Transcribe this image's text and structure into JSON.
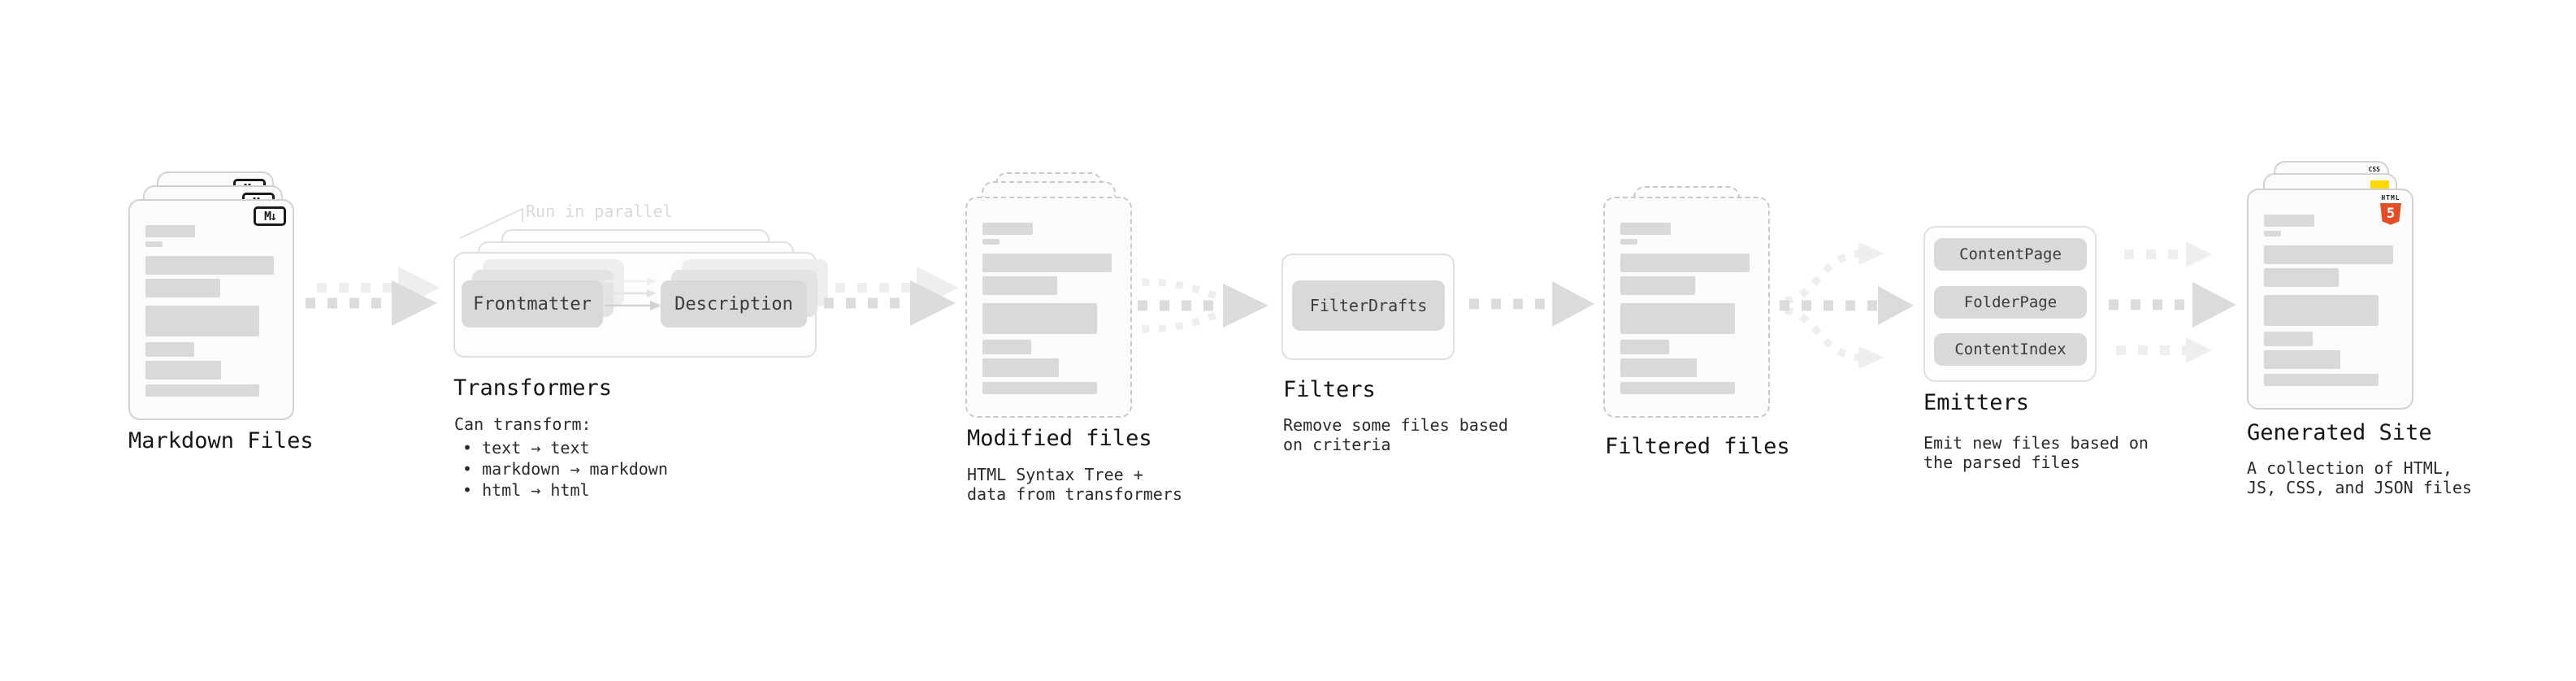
{
  "stages": {
    "markdown": {
      "title": "Markdown Files",
      "badge": "M↓"
    },
    "transformers": {
      "title": "Transformers",
      "annotation": "Run in parallel",
      "pill_left": "Frontmatter",
      "pill_right": "Description",
      "desc_heading": "Can transform:",
      "bullets": [
        "• text → text",
        "• markdown → markdown",
        "• html → html"
      ]
    },
    "modified": {
      "title": "Modified files",
      "desc_lines": [
        "HTML Syntax Tree +",
        "data from transformers"
      ]
    },
    "filters": {
      "title": "Filters",
      "pill": "FilterDrafts",
      "desc_lines": [
        "Remove some files based",
        "on criteria"
      ]
    },
    "filtered": {
      "title": "Filtered files"
    },
    "emitters": {
      "title": "Emitters",
      "pills": [
        "ContentPage",
        "FolderPage",
        "ContentIndex"
      ],
      "desc_lines": [
        "Emit new files based on",
        "the parsed files"
      ]
    },
    "generated": {
      "title": "Generated Site",
      "desc_lines": [
        "A collection of HTML,",
        "JS, CSS, and JSON files"
      ],
      "badge_html_label": "HTML",
      "badge_html_number": "5",
      "badge_css_label": "CSS"
    }
  },
  "file_card_bars": [
    {
      "w": 38,
      "h": 15,
      "mb": 5
    },
    {
      "w": 13,
      "h": 7,
      "mb": 11
    },
    {
      "w": 98,
      "h": 23,
      "mb": 5
    },
    {
      "w": 57,
      "h": 23,
      "mb": 10
    },
    {
      "w": 87,
      "h": 38,
      "mb": 7
    },
    {
      "w": 37,
      "h": 18,
      "mb": 5
    },
    {
      "w": 58,
      "h": 23,
      "mb": 6
    },
    {
      "w": 87,
      "h": 15,
      "mb": 0
    }
  ],
  "colors": {
    "page_bg": "#ffffff",
    "card_bg": "#fbfbfb",
    "card_border": "#d2d2d2",
    "card_border_dashed": "#c9c9c9",
    "bar": "#d9d9d9",
    "pill_bg": "#d9d9d9",
    "pill_bg_mid": "#e3e3e3",
    "pill_bg_back": "#eeeeee",
    "pill_text": "#3c3c40",
    "container_border": "#e0e0e0",
    "title_text": "#151519",
    "body_text": "#2a2a2e",
    "annotation_text": "#d9d9d9",
    "arrow_dark": "#dbdbdb",
    "arrow_light": "#eeeeee",
    "badge_border": "#1a1a1a",
    "html5_orange": "#e44d26",
    "js_yellow": "#ffd900",
    "css_blue": "#2764f0"
  }
}
